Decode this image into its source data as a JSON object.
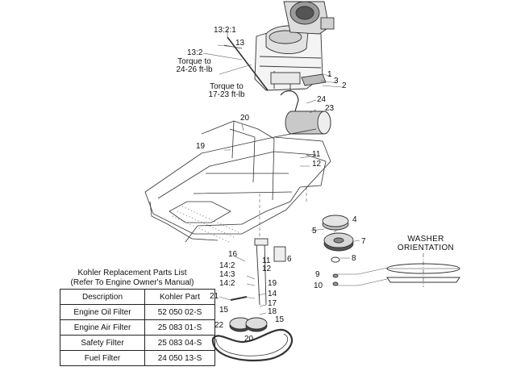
{
  "callouts": {
    "n1": "1",
    "n2": "2",
    "n3": "3",
    "n4": "4",
    "n5": "5",
    "n6": "6",
    "n7": "7",
    "n8": "8",
    "n9": "9",
    "n10": "10",
    "n11a": "11",
    "n11b": "11",
    "n12a": "12",
    "n12b": "12",
    "n13": "13",
    "n14": "14",
    "n14_2a": "14:2",
    "n14_2b": "14:2",
    "n14_3": "14:3",
    "n15": "15",
    "n16": "16",
    "n17": "17",
    "n18": "18",
    "n19a": "19",
    "n19b": "19",
    "n20a": "20",
    "n20b": "20",
    "n21": "21",
    "n22": "22",
    "n23": "23",
    "n24": "24",
    "n13_2_1": "13:2:1",
    "n13_2": "13:2"
  },
  "notes": {
    "torque_24_26": [
      "Torque to",
      "24-26 ft-lb"
    ],
    "torque_17_23": [
      "Torque to",
      "17-23 ft-lb"
    ]
  },
  "washer": {
    "title": [
      "WASHER",
      "ORIENTATION"
    ]
  },
  "parts_list": {
    "title": [
      "Kohler Replacement Parts List",
      "(Refer To Engine Owner's Manual)"
    ],
    "headers": [
      "Description",
      "Kohler Part"
    ],
    "rows": [
      [
        "Engine Oil Filter",
        "52 050 02-S"
      ],
      [
        "Engine Air Filter",
        "25 083 01-S"
      ],
      [
        "Safety Filter",
        "25 083 04-S"
      ],
      [
        "Fuel Filter",
        "24 050 13-S"
      ]
    ]
  }
}
